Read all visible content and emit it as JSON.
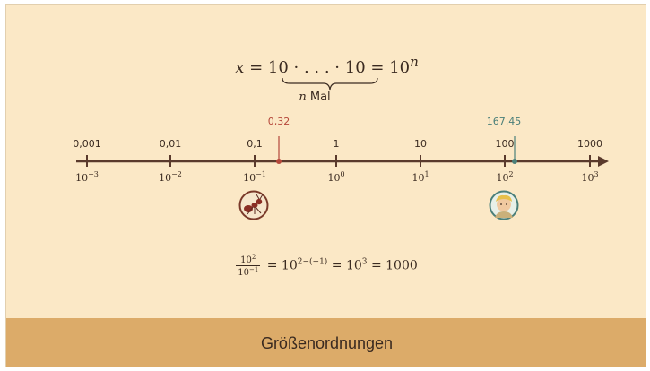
{
  "formula_top": {
    "lhs": "x",
    "middle": "10 · . . . · 10",
    "rhs": "10",
    "rhs_exp": "n",
    "brace_label_var": "n",
    "brace_label_text": "Mal"
  },
  "axis": {
    "ticks": [
      {
        "top": "0,001",
        "base": "10",
        "exp": "−3"
      },
      {
        "top": "0,01",
        "base": "10",
        "exp": "−2"
      },
      {
        "top": "0,1",
        "base": "10",
        "exp": "−1"
      },
      {
        "top": "1",
        "base": "10",
        "exp": "0"
      },
      {
        "top": "10",
        "base": "10",
        "exp": "1"
      },
      {
        "top": "100",
        "base": "10",
        "exp": "2"
      },
      {
        "top": "1000",
        "base": "10",
        "exp": "3"
      }
    ],
    "marker_ant": {
      "label": "0,32",
      "color": "#b5473a"
    },
    "marker_person": {
      "label": "167,45",
      "color": "#4a7f79"
    }
  },
  "formula_bot": {
    "frac_num_base": "10",
    "frac_num_exp": "2",
    "frac_den_base": "10",
    "frac_den_exp": "−1",
    "eq1": "= 10",
    "eq1_exp": "2−(−1)",
    "eq2": "= 10",
    "eq2_exp": "3",
    "eq3": "= 1000"
  },
  "footer": {
    "title": "Größenordnungen"
  },
  "colors": {
    "background": "#fbe8c6",
    "footer": "#dcab69",
    "axis": "#5a3a2c"
  },
  "icons": {
    "ant": "ant-icon",
    "person": "person-icon"
  }
}
